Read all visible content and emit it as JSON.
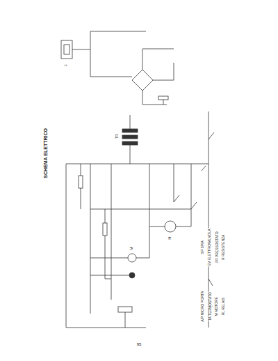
{
  "diagram": {
    "title": "SCHEMA ELETTRICO",
    "labels": [
      "95",
      "A/P MICRO PORTA",
      "TA TERMOSTATO",
      "M MOTORE",
      "RL RELAIS",
      "SP SPIA",
      "EV ELETTROVALVOLA",
      "PP PRESSOSTATO",
      "R RESISTENZA",
      "TR",
      "M",
      "M",
      "F"
    ]
  }
}
